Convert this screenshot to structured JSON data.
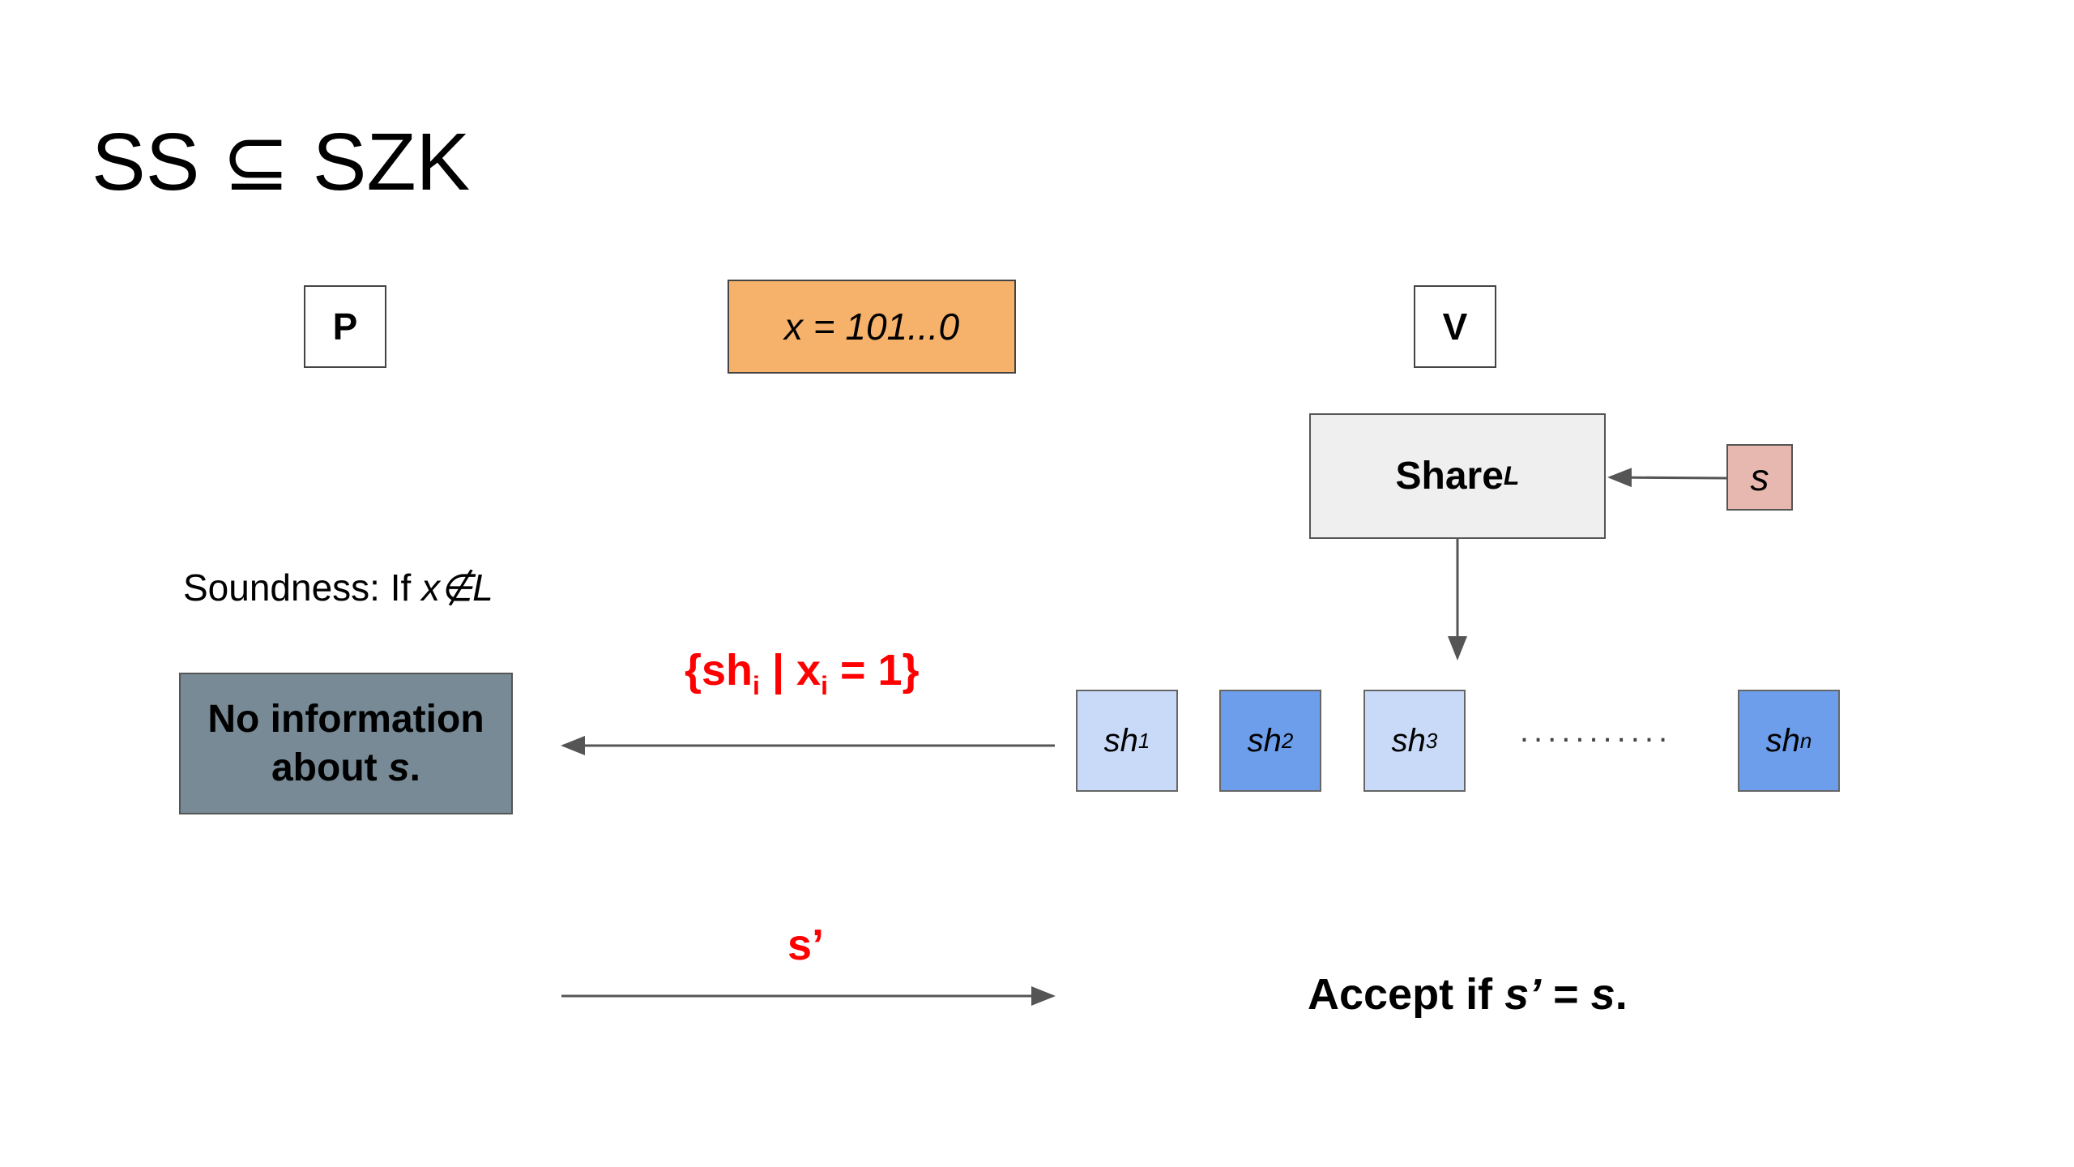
{
  "title": "SS ⊆ SZK",
  "parties": {
    "prover": "P",
    "verifier": "V"
  },
  "input": {
    "label": "x = 101...0"
  },
  "share_function": {
    "name": "Share",
    "subscript": "L"
  },
  "secret": {
    "label": "s"
  },
  "soundness": {
    "prefix": "Soundness: If ",
    "condition": "x∉L"
  },
  "no_info": {
    "line1": "No information",
    "line2_prefix": "about ",
    "line2_var": "s",
    "line2_suffix": "."
  },
  "shares": {
    "items": [
      {
        "base": "sh",
        "sub": "1",
        "color": "#c9daf8"
      },
      {
        "base": "sh",
        "sub": "2",
        "color": "#6d9eeb"
      },
      {
        "base": "sh",
        "sub": "3",
        "color": "#c9daf8"
      },
      {
        "base": "sh",
        "sub": "n",
        "color": "#6d9eeb"
      }
    ],
    "ellipsis": "..........."
  },
  "messages": {
    "shares_open": "{sh",
    "shares_sub1": "i",
    "shares_mid": " | x",
    "shares_sub2": "i",
    "shares_close": " = 1}",
    "s_prime": "s’"
  },
  "accept": {
    "prefix": "Accept if ",
    "var1": "s’",
    "mid": " = ",
    "var2": "s",
    "suffix": "."
  },
  "colors": {
    "input_fill": "#f6b26b",
    "secret_fill": "#e6b8af",
    "share_fn_fill": "#efefef",
    "no_info_fill": "#778a95",
    "message_red": "#ff0000",
    "arrow": "#555555"
  }
}
